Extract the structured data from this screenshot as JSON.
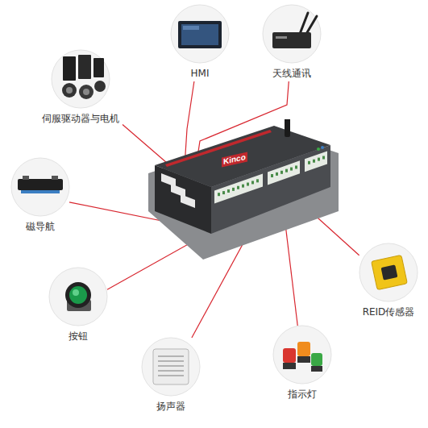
{
  "diagram": {
    "nodes": [
      {
        "text": [
          "Kinco"
        ]
      },
      {
        "text": [
          "HMI"
        ]
      },
      {
        "text": [
          "天线通讯"
        ]
      },
      {
        "text": [
          "伺服驱动器与电机"
        ]
      },
      {
        "text": [
          "磁导航"
        ]
      },
      {
        "text": [
          "按钮"
        ]
      },
      {
        "text": [
          "扬声器"
        ]
      },
      {
        "text": [
          "指示灯"
        ]
      },
      {
        "text": [
          "REID传感器"
        ]
      }
    ],
    "edges": [
      {
        "from": 1,
        "to": 0,
        "arrow": "none"
      },
      {
        "from": 2,
        "to": 0,
        "arrow": "none"
      },
      {
        "from": 3,
        "to": 0,
        "arrow": "none"
      },
      {
        "from": 4,
        "to": 0,
        "arrow": "none"
      },
      {
        "from": 5,
        "to": 0,
        "arrow": "none"
      },
      {
        "from": 6,
        "to": 0,
        "arrow": "none"
      },
      {
        "from": 7,
        "to": 0,
        "arrow": "none"
      },
      {
        "from": 8,
        "to": 0,
        "arrow": "none"
      }
    ]
  }
}
